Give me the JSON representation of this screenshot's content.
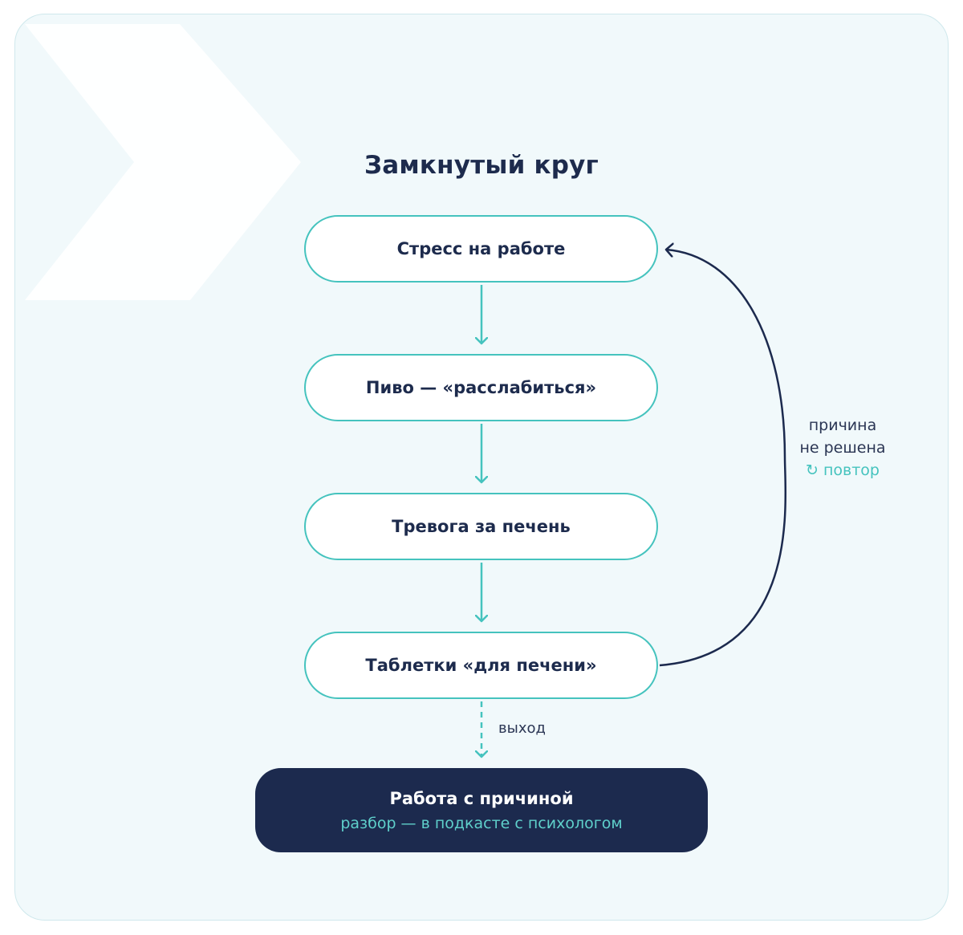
{
  "diagram": {
    "title": "Замкнутый круг",
    "nodes": [
      {
        "label": "Стресс на работе"
      },
      {
        "label": "Пиво — «расслабиться»"
      },
      {
        "label": "Тревога за печень"
      },
      {
        "label": "Таблетки «для печени»"
      }
    ],
    "loop": {
      "line1": "причина",
      "line2": "не решена",
      "repeat": "↻ повтор"
    },
    "exit_label": "выход",
    "exit_box": {
      "title": "Работа с причиной",
      "subtitle": "разбор — в подкасте с психологом"
    },
    "colors": {
      "accent": "#45c3be",
      "dark": "#1c2a4e",
      "background": "#f1f9fb"
    }
  }
}
